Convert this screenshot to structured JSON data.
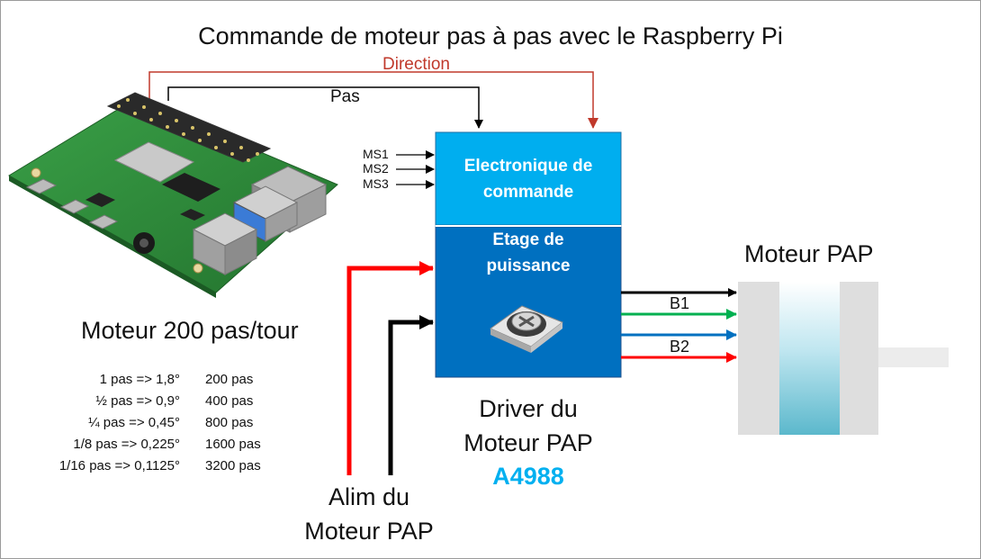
{
  "title": "Commande de moteur pas à pas avec le Raspberry Pi",
  "signals": {
    "direction": "Direction",
    "pas": "Pas",
    "ms1": "MS1",
    "ms2": "MS2",
    "ms3": "MS3"
  },
  "driver": {
    "control_block": "Electronique de commande",
    "power_block": "Etage de puissance",
    "caption_line1": "Driver du",
    "caption_line2": "Moteur PAP",
    "model": "A4988"
  },
  "outputs": {
    "b1": "B1",
    "b2": "B2"
  },
  "motor": {
    "label": "Moteur PAP"
  },
  "power_supply": {
    "line1": "Alim du",
    "line2": "Moteur PAP"
  },
  "resolution": {
    "heading": "Moteur 200 pas/tour",
    "rows": [
      {
        "step": "1 pas => 1,8°",
        "count": "200 pas"
      },
      {
        "step": "½ pas => 0,9°",
        "count": "400 pas"
      },
      {
        "step": "¼ pas => 0,45°",
        "count": "800 pas"
      },
      {
        "step": "1/8 pas => 0,225°",
        "count": "1600 pas"
      },
      {
        "step": "1/16 pas => 0,1125°",
        "count": "3200 pas"
      }
    ]
  },
  "colors": {
    "control_block": "#00aeef",
    "power_block": "#0070c0",
    "direction_line": "#c0392b",
    "model_text": "#00b0f0",
    "wire_red": "#ff0000",
    "wire_green": "#00b050",
    "wire_blue": "#0070c0",
    "pcb_green": "#2e8b3a"
  },
  "icons": [
    "raspberry-pi-board-icon",
    "potentiometer-icon",
    "stepper-motor-icon"
  ]
}
